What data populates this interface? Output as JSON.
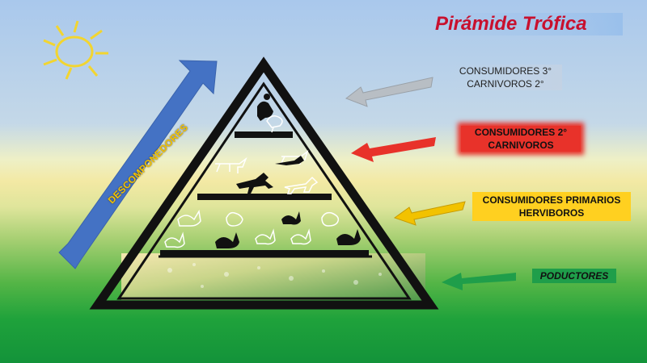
{
  "title": "Pirámide Trófica",
  "levels": {
    "terciarios": {
      "line1": "CONSUMIDORES 3°",
      "line2": "CARNIVOROS 2°"
    },
    "secundarios": {
      "line1": "CONSUMIDORES 2°",
      "line2": "CARNIVOROS"
    },
    "primarios": {
      "line1": "CONSUMIDORES PRIMARIOS",
      "line2": "HERVIBOROS"
    },
    "productores": {
      "line1": "PODUCTORES"
    }
  },
  "descomponedores": "DESCOMPONEDORES",
  "colors": {
    "title": "#c8102e",
    "terciarios_arrow": "#b8bec4",
    "secundarios_arrow": "#e8322a",
    "primarios_arrow": "#f2c200",
    "productores_arrow": "#1f9e4a",
    "decomp_arrow": "#4472c4"
  },
  "icons": [
    "sun-icon",
    "vulture-icon",
    "bird-icon",
    "fox-icon",
    "rabbit-icon",
    "chicken-icon"
  ]
}
